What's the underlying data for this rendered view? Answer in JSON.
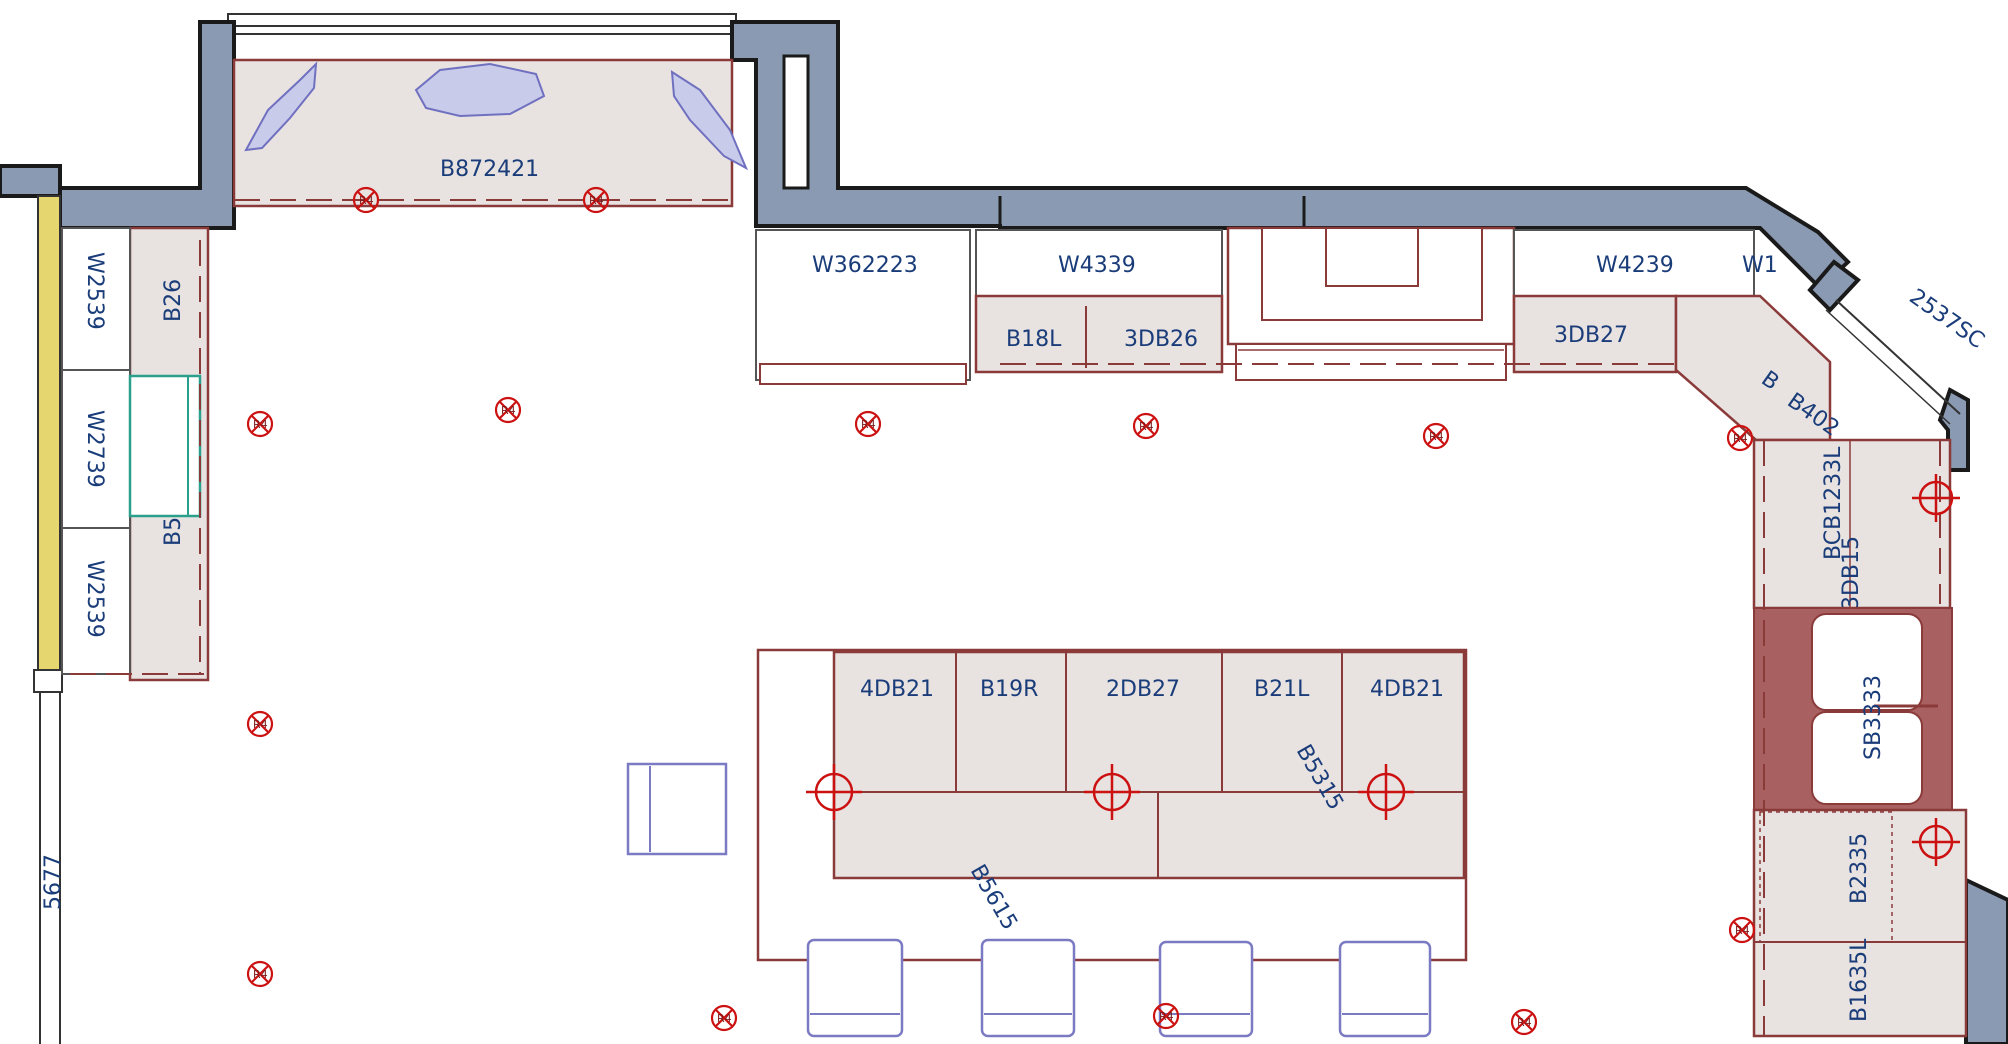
{
  "labels": {
    "b872421": "B872421",
    "w362223": "W362223",
    "w4339": "W4339",
    "w4239": "W4239",
    "w1_partial": "W1",
    "w2539_top": "W2539",
    "w2739": "W2739",
    "w2539_bottom": "W2539",
    "b26": "B26",
    "b5_partial": "B5",
    "b18l": "B18L",
    "3db26": "3DB26",
    "3db27": "3DB27",
    "b_partial": "B",
    "b402_partial": "B402",
    "bcb1233l": "BCB1233L",
    "3db15": "3DB15",
    "sb3333": "SB3333",
    "b2335": "B2335",
    "b1635l": "B1635L",
    "4db21_left": "4DB21",
    "b19r": "B19R",
    "2db27": "2DB27",
    "b21l": "B21L",
    "4db21_right": "4DB21",
    "b5315": "B5315",
    "b5615": "B5615",
    "window_2537sc": "2537SC",
    "door_5677": "5677"
  },
  "light_fixture_label": "R4",
  "colors": {
    "wall_fill": "#8a9ab3",
    "cabinet_fill": "#e8e2e1",
    "cabinet_outline": "#8b3a3a",
    "label_text": "#1a3d7a",
    "light_symbol": "#cc1111",
    "seating": "#7b7bc4",
    "sink_counter": "#a86060",
    "door_frame": "#e6d670"
  }
}
